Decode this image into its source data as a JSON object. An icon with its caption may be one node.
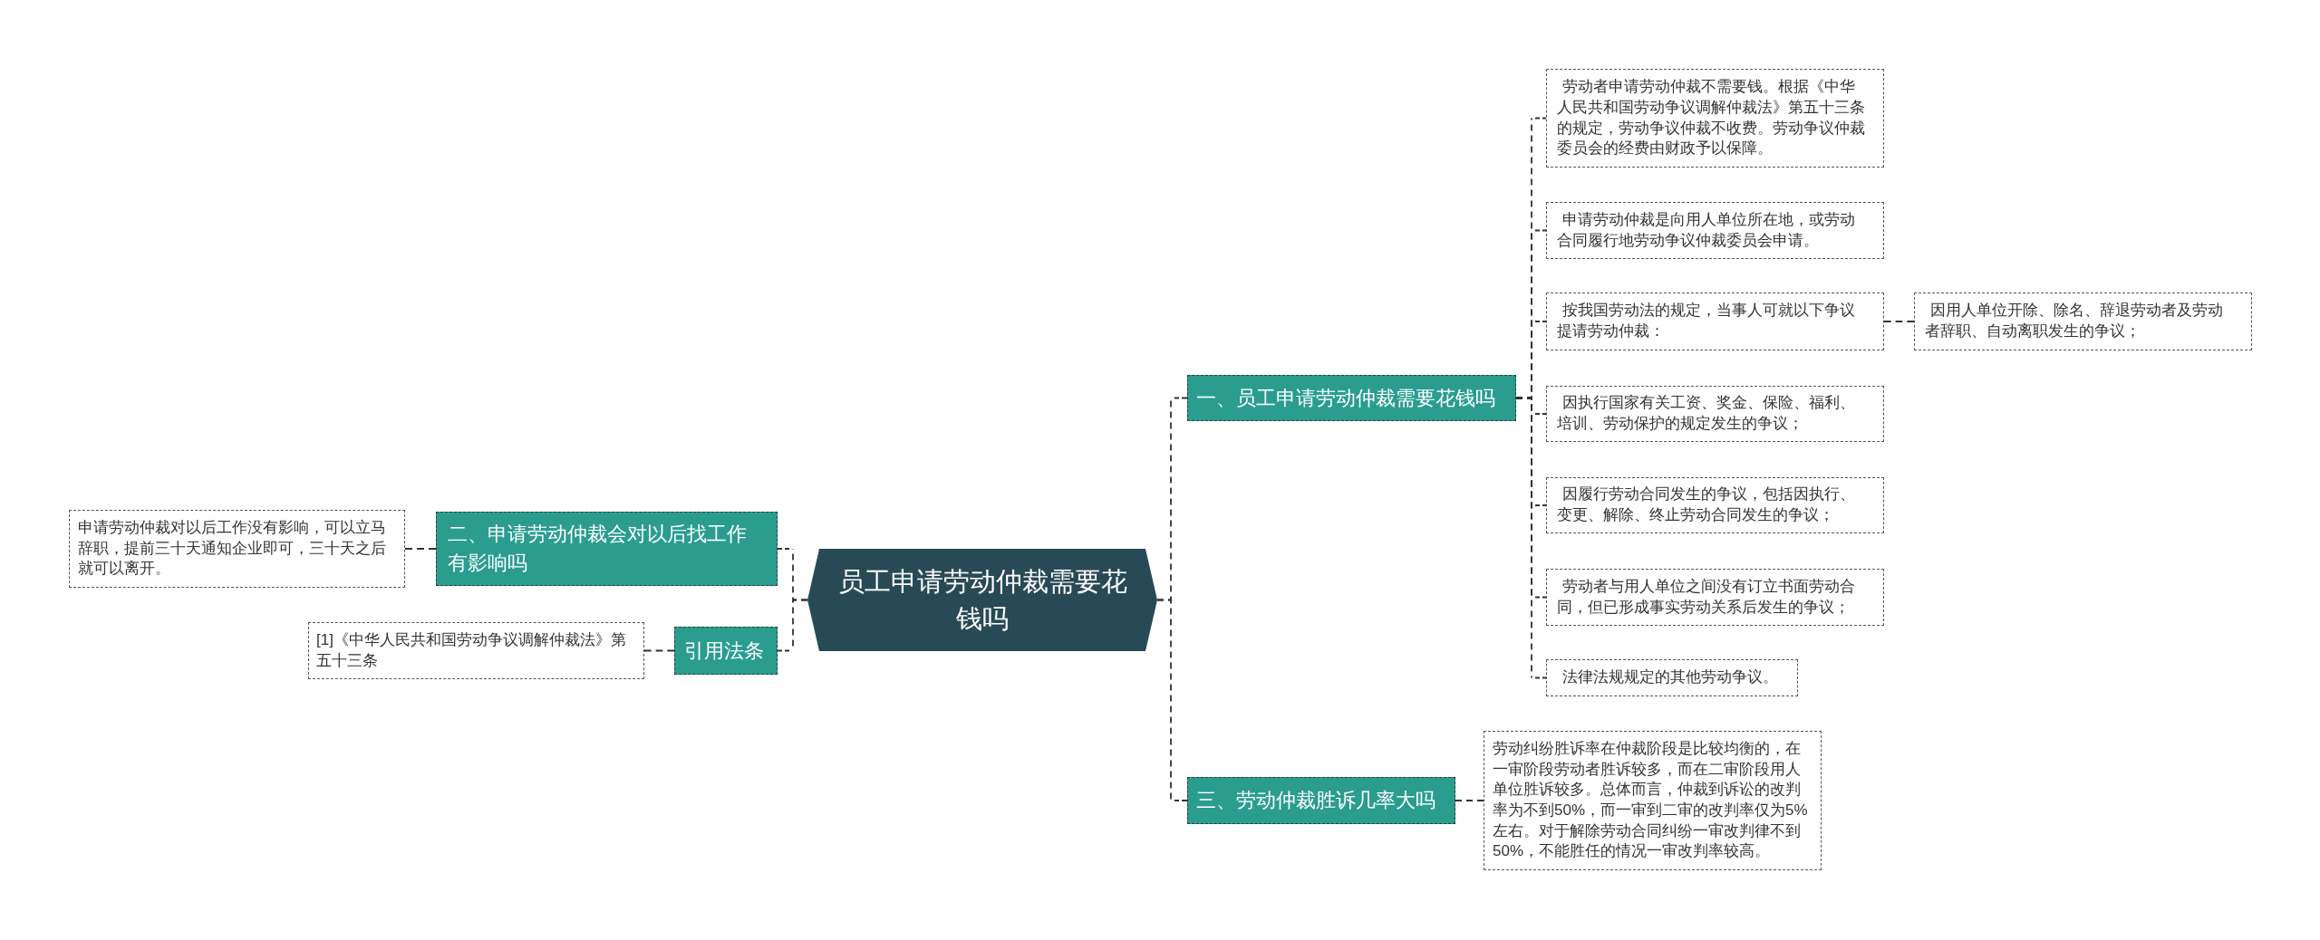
{
  "diagram": {
    "nodes": [
      {
        "text": [
          "员工申请劳动仲裁需要花钱吗"
        ]
      },
      {
        "text": [
          "一、员工申请劳动仲裁需要花钱吗"
        ]
      },
      {
        "text": [
          "劳动者申请劳动仲裁不需要钱。根据《中华人民共和国劳动争议调解仲裁法》第五十三条的规定，劳动争议仲裁不收费。劳动争议仲裁委员会的经费由财政予以保障。"
        ]
      },
      {
        "text": [
          "申请劳动仲裁是向用人单位所在地，或劳动合同履行地劳动争议仲裁委员会申请。"
        ]
      },
      {
        "text": [
          "按我国劳动法的规定，当事人可就以下争议提请劳动仲裁："
        ]
      },
      {
        "text": [
          "因用人单位开除、除名、辞退劳动者及劳动者辞职、自动离职发生的争议；"
        ]
      },
      {
        "text": [
          "因执行国家有关工资、奖金、保险、福利、培训、劳动保护的规定发生的争议；"
        ]
      },
      {
        "text": [
          "因履行劳动合同发生的争议，包括因执行、变更、解除、终止劳动合同发生的争议；"
        ]
      },
      {
        "text": [
          "劳动者与用人单位之间没有订立书面劳动合同，但已形成事实劳动关系后发生的争议；"
        ]
      },
      {
        "text": [
          "法律法规规定的其他劳动争议。"
        ]
      },
      {
        "text": [
          "二、申请劳动仲裁会对以后找工作有影响吗"
        ]
      },
      {
        "text": [
          "申请劳动仲裁对以后工作没有影响，可以立马辞职，提前三十天通知企业即可，三十天之后就可以离开。"
        ]
      },
      {
        "text": [
          "三、劳动仲裁胜诉几率大吗"
        ]
      },
      {
        "text": [
          "劳动纠纷胜诉率在仲裁阶段是比较均衡的，在一审阶段劳动者胜诉较多，而在二审阶段用人单位胜诉较多。总体而言，仲裁到诉讼的改判率为不到50%，而一审到二审的改判率仅为5%左右。对于解除劳动合同纠纷一审改判律不到50%，不能胜任的情况一审改判率较高。"
        ]
      },
      {
        "text": [
          "引用法条"
        ]
      },
      {
        "text": [
          "[1]《中华人民共和国劳动争议调解仲裁法》第五十三条"
        ]
      }
    ],
    "edges": [
      {
        "from": 0,
        "to": 1,
        "arrow": "none",
        "style": "dashed"
      },
      {
        "from": 1,
        "to": 2,
        "arrow": "none",
        "style": "dashed"
      },
      {
        "from": 1,
        "to": 3,
        "arrow": "none",
        "style": "dashed"
      },
      {
        "from": 1,
        "to": 4,
        "arrow": "none",
        "style": "dashed"
      },
      {
        "from": 4,
        "to": 5,
        "arrow": "none",
        "style": "dashed"
      },
      {
        "from": 1,
        "to": 6,
        "arrow": "none",
        "style": "dashed"
      },
      {
        "from": 1,
        "to": 7,
        "arrow": "none",
        "style": "dashed"
      },
      {
        "from": 1,
        "to": 8,
        "arrow": "none",
        "style": "dashed"
      },
      {
        "from": 1,
        "to": 9,
        "arrow": "none",
        "style": "dashed"
      },
      {
        "from": 0,
        "to": 10,
        "arrow": "none",
        "style": "dashed"
      },
      {
        "from": 10,
        "to": 11,
        "arrow": "none",
        "style": "dashed"
      },
      {
        "from": 0,
        "to": 12,
        "arrow": "none",
        "style": "dashed"
      },
      {
        "from": 12,
        "to": 13,
        "arrow": "none",
        "style": "dashed"
      },
      {
        "from": 0,
        "to": 14,
        "arrow": "none",
        "style": "dashed"
      },
      {
        "from": 14,
        "to": 15,
        "arrow": "none",
        "style": "dashed"
      }
    ]
  }
}
